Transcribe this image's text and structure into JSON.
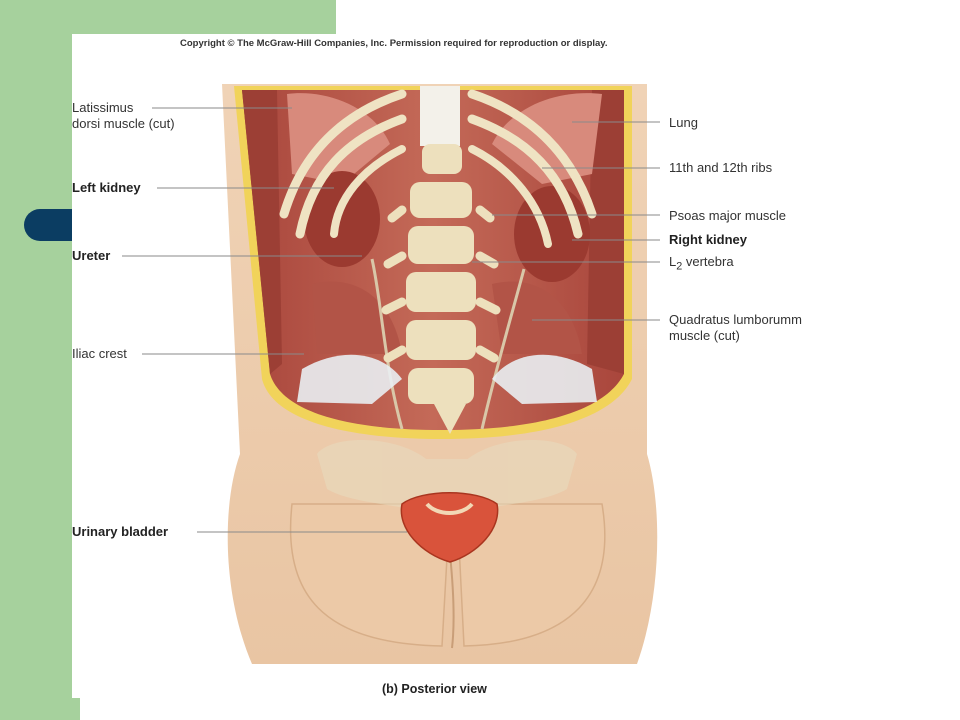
{
  "figure": {
    "copyright": "Copyright © The McGraw-Hill Companies, Inc. Permission required for reproduction or display.",
    "caption": "(b) Posterior view"
  },
  "labels": {
    "latissimus_line1": "Latissimus",
    "latissimus_line2": "dorsi muscle (cut)",
    "left_kidney": "Left kidney",
    "ureter": "Ureter",
    "iliac_crest": "Iliac crest",
    "urinary_bladder": "Urinary bladder",
    "lung": "Lung",
    "ribs": "11th and 12th ribs",
    "psoas": "Psoas major muscle",
    "right_kidney": "Right kidney",
    "vertebra_prefix": "L",
    "vertebra_sub": "2",
    "vertebra_suffix": " vertebra",
    "quadratus_line1": "Quadratus lumborumm",
    "quadratus_line2": "muscle (cut)"
  },
  "colors": {
    "slide_band": "#a6d19d",
    "bullet": "#0b3d62",
    "muscle": "#b7574a",
    "skin": "#efd2b4",
    "bone": "#eee2c2",
    "bladder": "#d9533b"
  }
}
